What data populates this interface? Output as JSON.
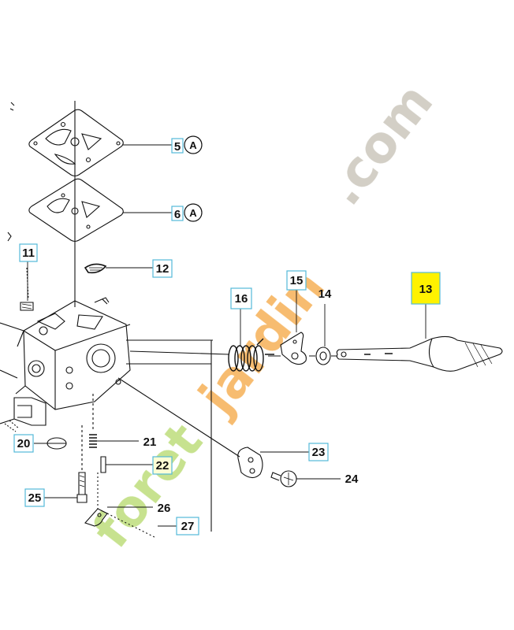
{
  "parts": [
    {
      "id": "p5",
      "number": "5",
      "ring": "A"
    },
    {
      "id": "p6",
      "number": "6",
      "ring": "A"
    },
    {
      "id": "p11",
      "number": "11"
    },
    {
      "id": "p12",
      "number": "12"
    },
    {
      "id": "p13",
      "number": "13",
      "highlighted": true
    },
    {
      "id": "p14",
      "number": "14"
    },
    {
      "id": "p15",
      "number": "15"
    },
    {
      "id": "p16",
      "number": "16"
    },
    {
      "id": "p20",
      "number": "20"
    },
    {
      "id": "p21",
      "number": "21"
    },
    {
      "id": "p22",
      "number": "22"
    },
    {
      "id": "p23",
      "number": "23"
    },
    {
      "id": "p24",
      "number": "24"
    },
    {
      "id": "p25",
      "number": "25"
    },
    {
      "id": "p26",
      "number": "26"
    },
    {
      "id": "p27",
      "number": "27"
    }
  ],
  "watermark": {
    "prefix": "foret",
    "highlight": "jardin",
    "suffix": ".com",
    "colors": {
      "green": "#b5d96a",
      "orange": "#f4a640",
      "grey": "#c4bfb3"
    }
  },
  "colors": {
    "label_border": "#53b9d8",
    "highlight_fill": "#fff200",
    "line": "#111111"
  }
}
